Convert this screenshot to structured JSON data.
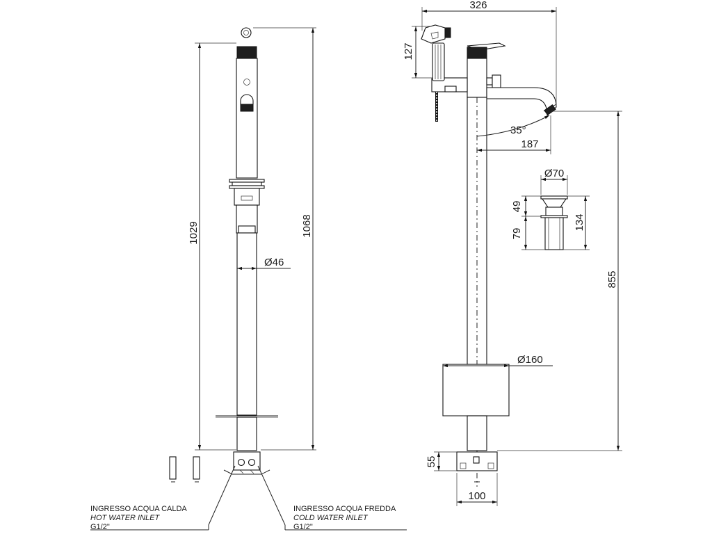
{
  "dimensions": {
    "total_width": "326",
    "handshower_height": "127",
    "spout_angle": "35°",
    "spout_reach": "187",
    "drain_diameter": "Ø70",
    "drain_top": "49",
    "drain_bottom": "79",
    "drain_total": "134",
    "spout_height": "855",
    "column_diameter": "Ø46",
    "height_to_body": "1029",
    "total_height": "1068",
    "base_diameter": "Ø160",
    "base_height": "55",
    "base_width": "100"
  },
  "inlets": {
    "hot": {
      "label_it": "INGRESSO ACQUA CALDA",
      "label_en": "HOT WATER INLET",
      "thread": "G1/2\""
    },
    "cold": {
      "label_it": "INGRESSO ACQUA FREDDA",
      "label_en": "COLD WATER INLET",
      "thread": "G1/2\""
    }
  }
}
